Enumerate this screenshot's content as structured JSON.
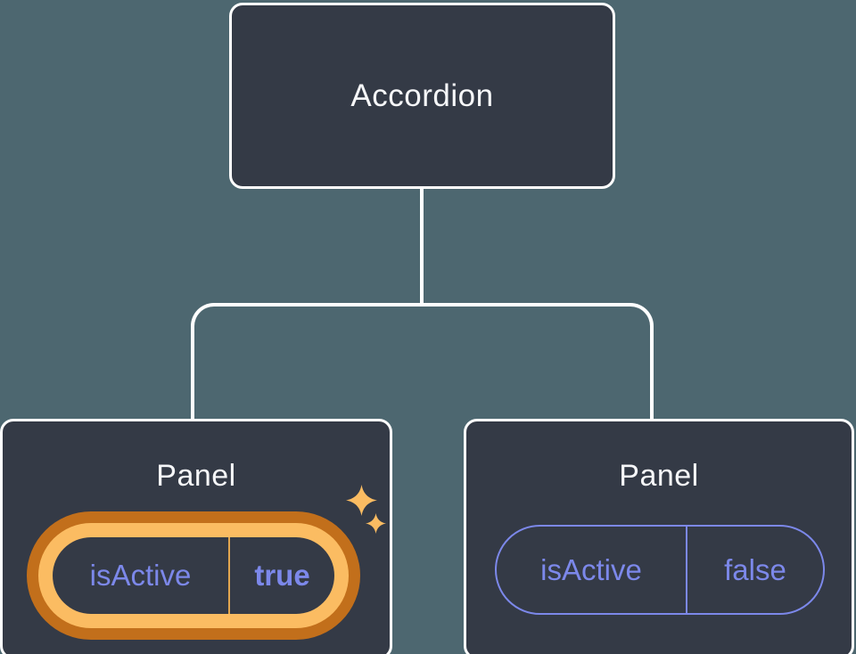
{
  "colors": {
    "background": "#4D6770",
    "node_fill": "#343A46",
    "node_border": "#FFFFFF",
    "connector": "#FFFFFF",
    "title_text": "#F6F7F9",
    "purple": "#7C88EA",
    "gold": "#FBBC62",
    "dark_orange": "#C26F1B",
    "active_divider": "#E2A64F"
  },
  "tree": {
    "root": {
      "label": "Accordion"
    },
    "children": [
      {
        "label": "Panel",
        "prop": "isActive",
        "value": "true",
        "highlighted": true,
        "icons": [
          "sparkle-large-icon",
          "sparkle-small-icon"
        ]
      },
      {
        "label": "Panel",
        "prop": "isActive",
        "value": "false",
        "highlighted": false
      }
    ]
  }
}
